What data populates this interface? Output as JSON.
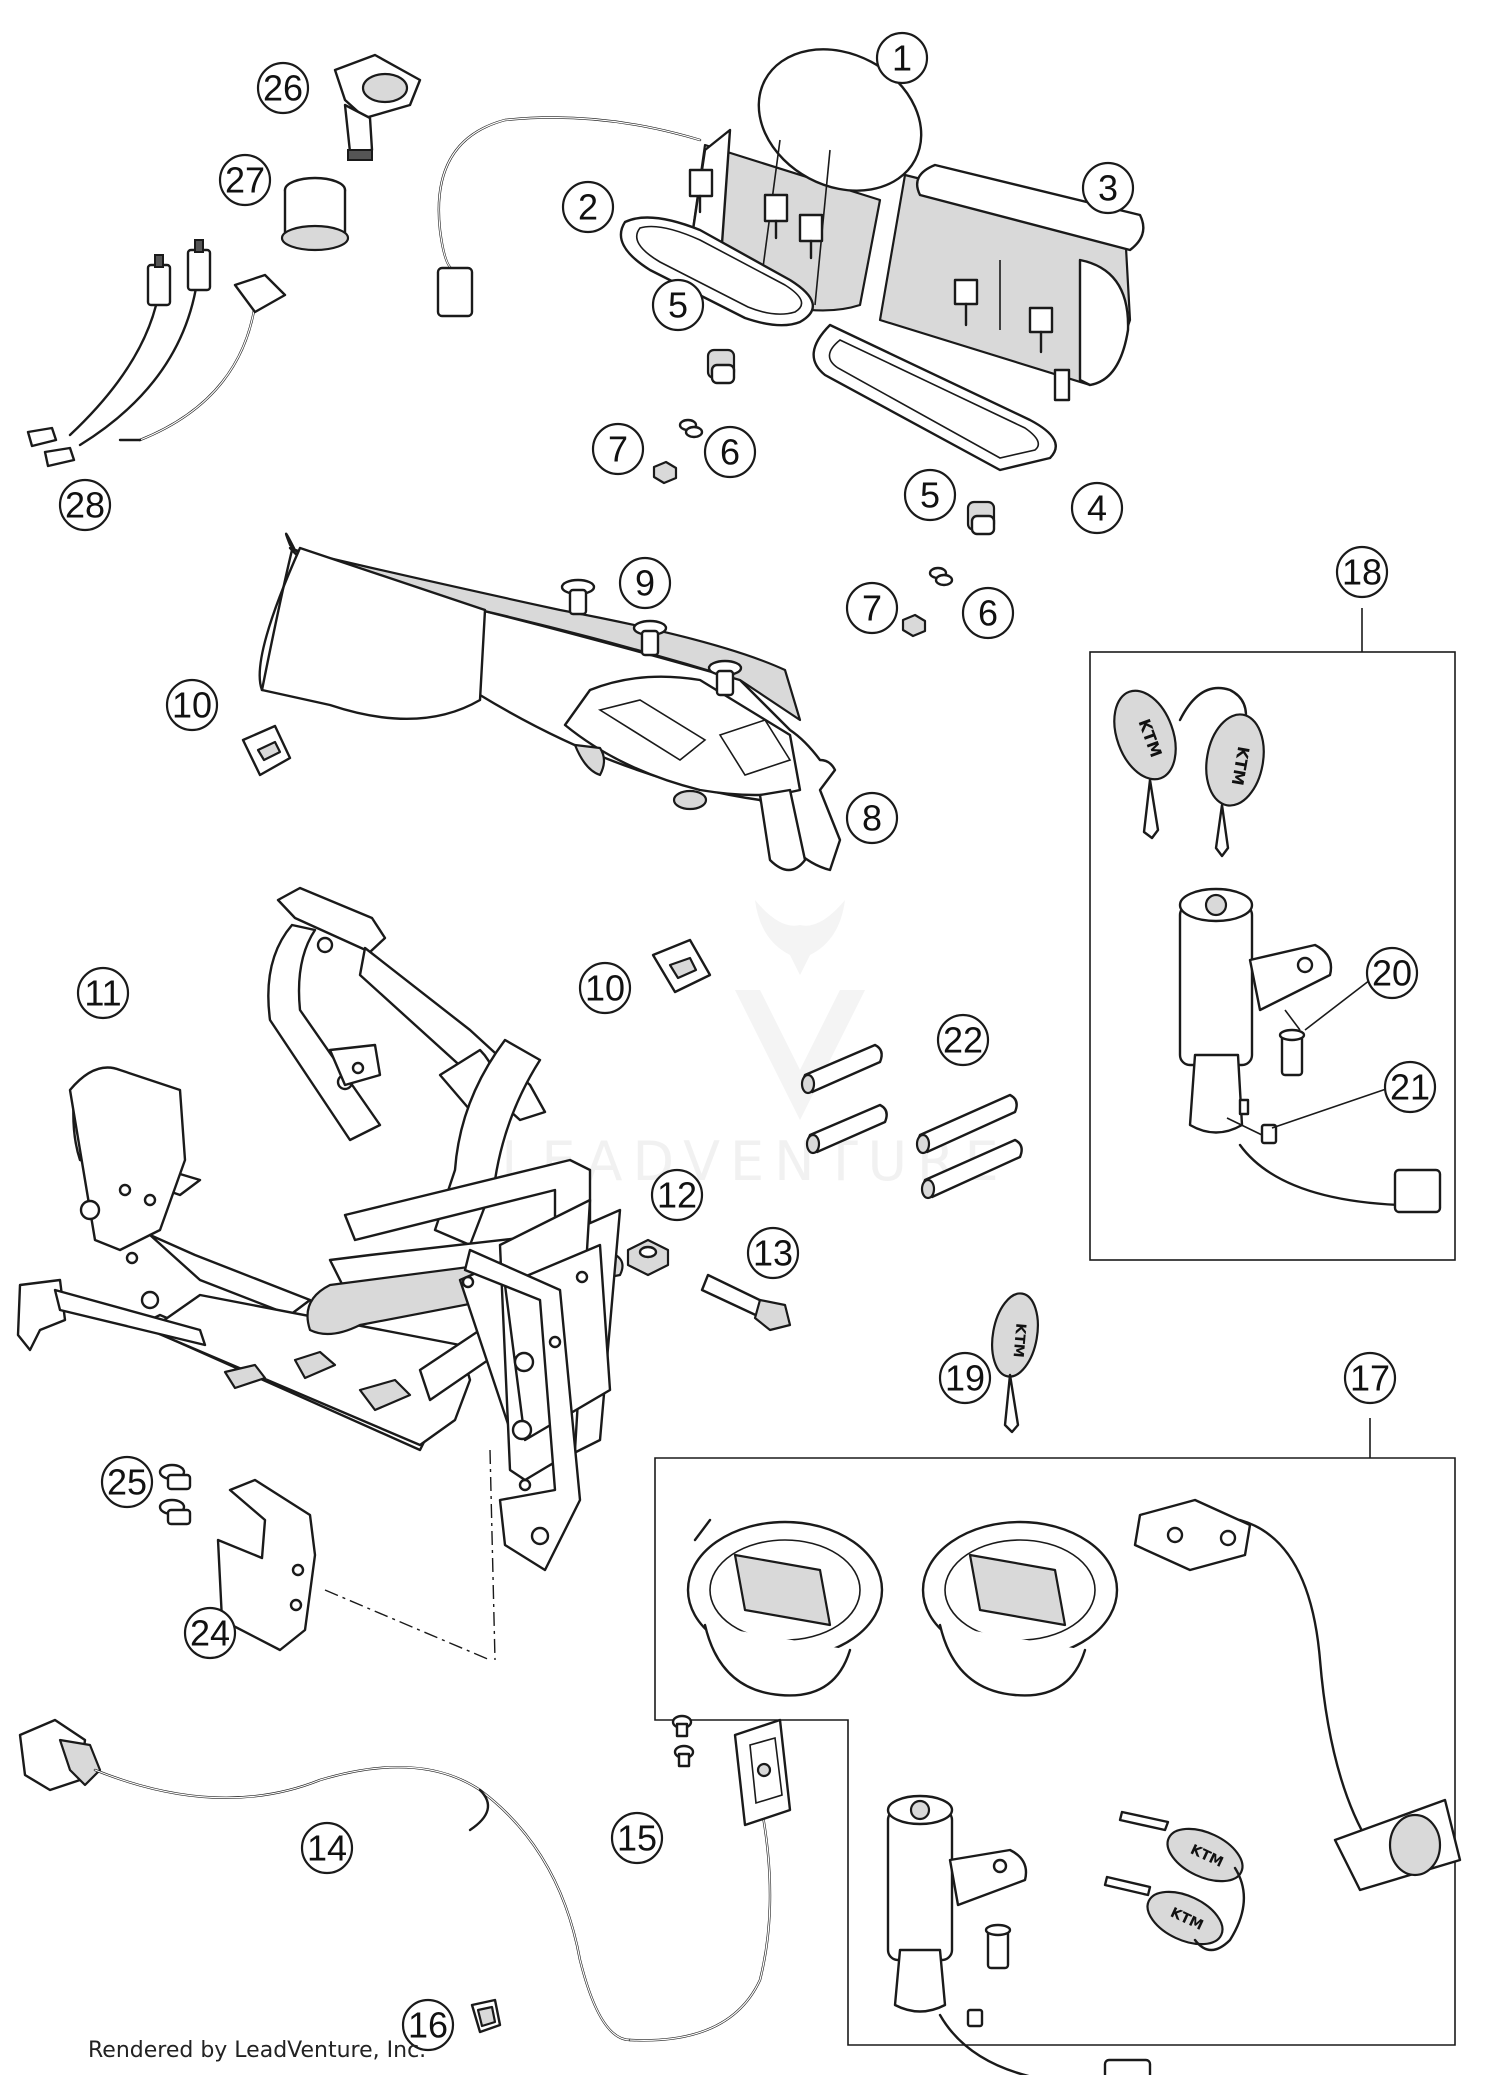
{
  "diagram": {
    "callouts": [
      {
        "id": "c1",
        "label": "1"
      },
      {
        "id": "c2",
        "label": "2"
      },
      {
        "id": "c3",
        "label": "3"
      },
      {
        "id": "c4",
        "label": "4"
      },
      {
        "id": "c5a",
        "label": "5"
      },
      {
        "id": "c5b",
        "label": "5"
      },
      {
        "id": "c6a",
        "label": "6"
      },
      {
        "id": "c6b",
        "label": "6"
      },
      {
        "id": "c7a",
        "label": "7"
      },
      {
        "id": "c7b",
        "label": "7"
      },
      {
        "id": "c8",
        "label": "8"
      },
      {
        "id": "c9",
        "label": "9"
      },
      {
        "id": "c10a",
        "label": "10"
      },
      {
        "id": "c10b",
        "label": "10"
      },
      {
        "id": "c11",
        "label": "11"
      },
      {
        "id": "c12",
        "label": "12"
      },
      {
        "id": "c13",
        "label": "13"
      },
      {
        "id": "c14",
        "label": "14"
      },
      {
        "id": "c15",
        "label": "15"
      },
      {
        "id": "c16",
        "label": "16"
      },
      {
        "id": "c17",
        "label": "17"
      },
      {
        "id": "c18",
        "label": "18"
      },
      {
        "id": "c19",
        "label": "19"
      },
      {
        "id": "c20",
        "label": "20"
      },
      {
        "id": "c21",
        "label": "21"
      },
      {
        "id": "c22",
        "label": "22"
      },
      {
        "id": "c24",
        "label": "24"
      },
      {
        "id": "c25",
        "label": "25"
      },
      {
        "id": "c26",
        "label": "26"
      },
      {
        "id": "c27",
        "label": "27"
      },
      {
        "id": "c28",
        "label": "28"
      }
    ],
    "key_text": "KTM",
    "watermark_text": "LEADVENTURE",
    "credit": "Rendered by LeadVenture, Inc."
  }
}
